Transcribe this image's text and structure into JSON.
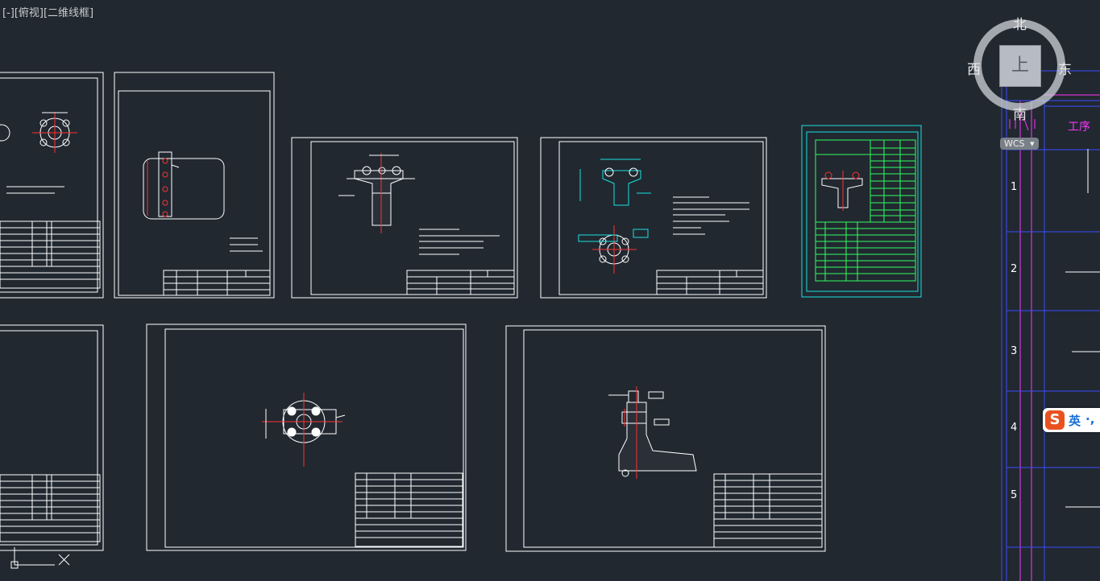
{
  "viewport": {
    "label": "[-][俯视][二维线框]"
  },
  "viewcube": {
    "north": "北",
    "south": "南",
    "east": "东",
    "west": "西",
    "face": "上",
    "wcs": "WCS",
    "wcs_arrow": "▾"
  },
  "ime": {
    "logo": "S",
    "lang": "英",
    "dot": "·,"
  },
  "sheet_row_numbers": [
    "1",
    "2",
    "3",
    "4",
    "5"
  ],
  "sheet_header_text": "工序",
  "colors": {
    "background": "#212830",
    "border": "#ffffff",
    "dim": "#ff3030",
    "cyan": "#19e0e0",
    "green": "#30ff60",
    "magenta": "#ff33ff",
    "blue": "#3a4cff"
  },
  "icons": {
    "ucs": "ucs-icon",
    "compass": "viewcube-compass-icon"
  }
}
